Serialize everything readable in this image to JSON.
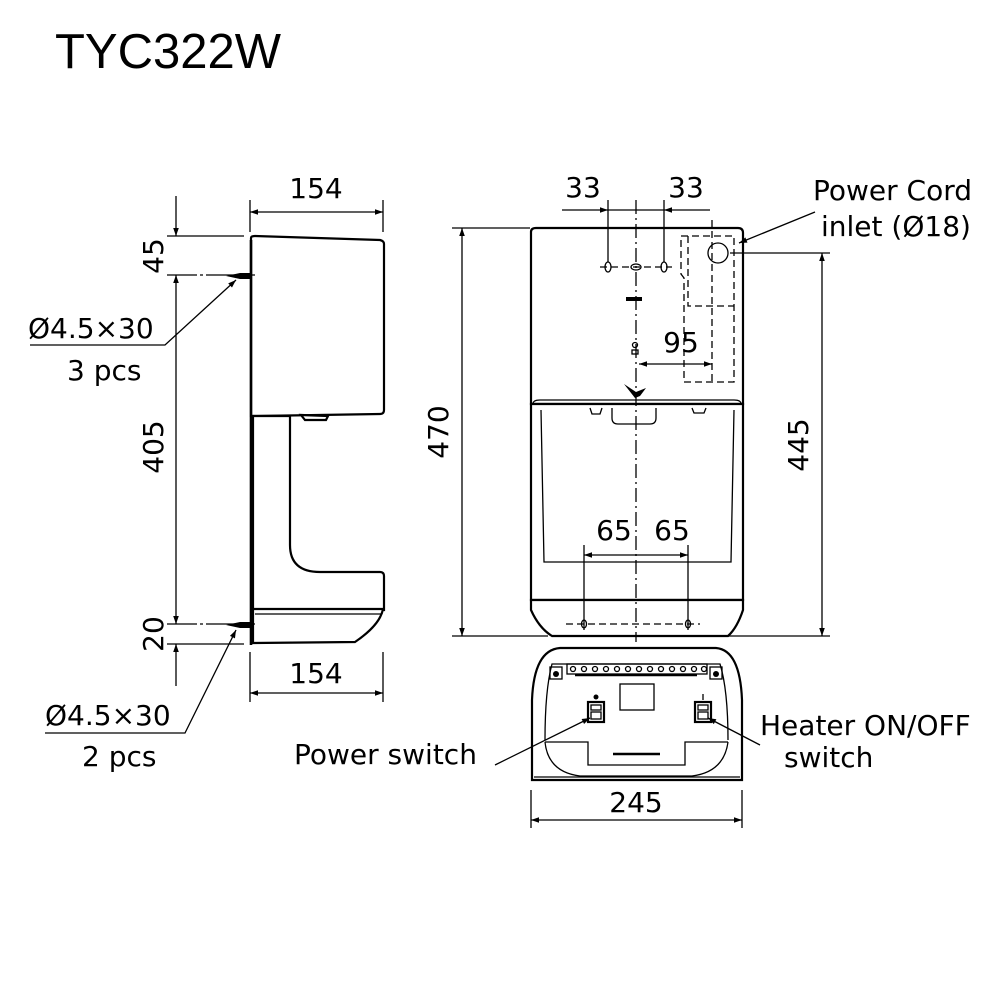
{
  "title": "TYC322W",
  "side_view": {
    "width_top": "154",
    "width_bottom": "154",
    "top_offset": "45",
    "mount_spacing": "405",
    "bottom_offset": "20",
    "screw_top_spec": "Ø4.5×30",
    "screw_top_qty": "3 pcs",
    "screw_bottom_spec": "Ø4.5×30",
    "screw_bottom_qty": "2 pcs"
  },
  "front_view": {
    "top_hole_left": "33",
    "top_hole_right": "33",
    "cord_offset": "95",
    "bottom_hole_left": "65",
    "bottom_hole_right": "65",
    "total_height": "470",
    "cord_height": "445",
    "power_cord_label_1": "Power Cord",
    "power_cord_label_2": "inlet (Ø18)"
  },
  "bottom_view": {
    "width": "245",
    "power_switch_label": "Power switch",
    "heater_switch_label_1": "Heater ON/OFF",
    "heater_switch_label_2": "switch"
  }
}
